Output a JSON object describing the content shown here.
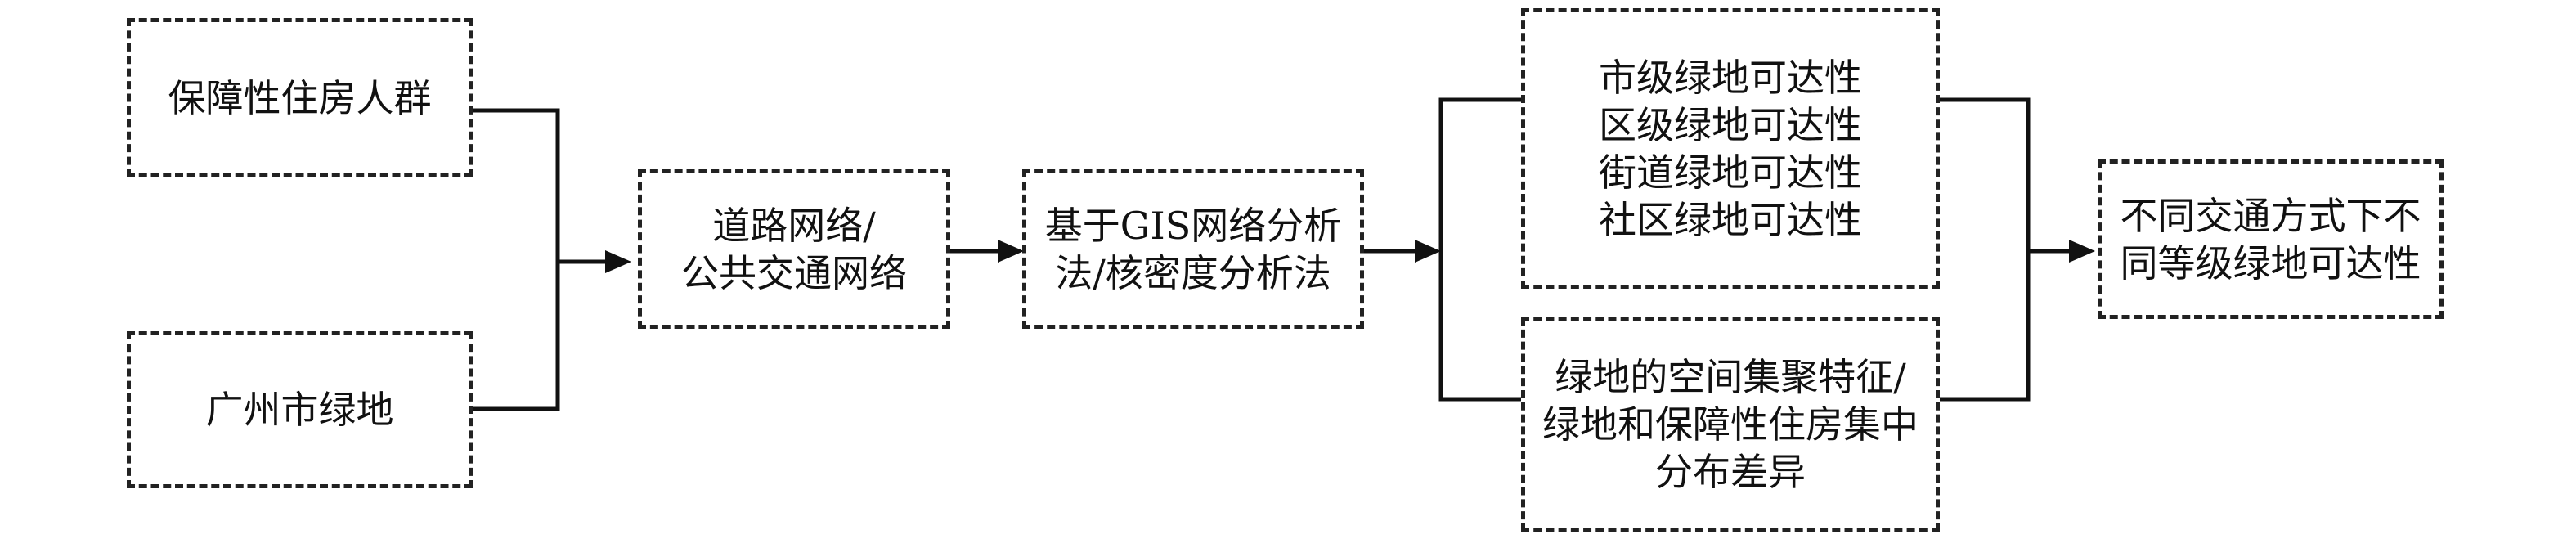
{
  "diagram": {
    "inputs": {
      "population": "保障性住房人群",
      "greenspace": "广州市绿地"
    },
    "network": {
      "lines": [
        "道路网络/",
        "公共交通网络"
      ]
    },
    "method": {
      "lines": [
        "基于GIS网络分析",
        "法/核密度分析法"
      ]
    },
    "accessibility_levels": {
      "lines": [
        "市级绿地可达性",
        "区级绿地可达性",
        "街道绿地可达性",
        "社区绿地可达性"
      ]
    },
    "spatial_features": {
      "lines": [
        "绿地的空间集聚特征/",
        "绿地和保障性住房集中",
        "分布差异"
      ]
    },
    "result": {
      "lines": [
        "不同交通方式下不",
        "同等级绿地可达性"
      ]
    }
  }
}
